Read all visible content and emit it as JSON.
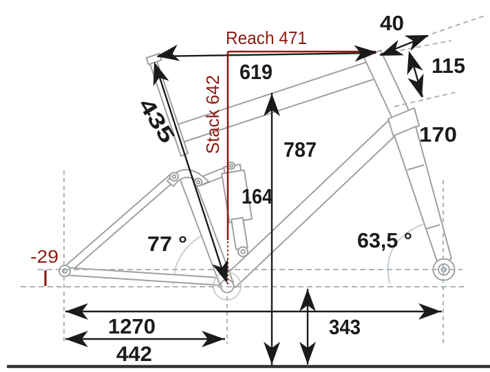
{
  "diagram": {
    "type": "bicycle-frame-geometry-diagram",
    "dimensions": {
      "reach": "Reach 471",
      "stack": "Stack 642",
      "top_tube": "619",
      "seat_tube": "435",
      "spacer": "40",
      "head_tube": "115",
      "fork": "170",
      "standover": "787",
      "shock": "164",
      "seat_angle": "77 °",
      "head_angle": "63,5 °",
      "bb_drop": "-29",
      "wheelbase": "1270",
      "chainstay": "442",
      "bb_height": "343"
    },
    "colors": {
      "accent_red": "#8c1a12",
      "dimension_black": "#1b1b1b",
      "frame_gray": "#9f9f9f",
      "dashed_blue_gray": "#a7b4bc",
      "arc_blue_gray": "#c3ced6",
      "ground": "#333333",
      "background": "#ffffff"
    }
  }
}
